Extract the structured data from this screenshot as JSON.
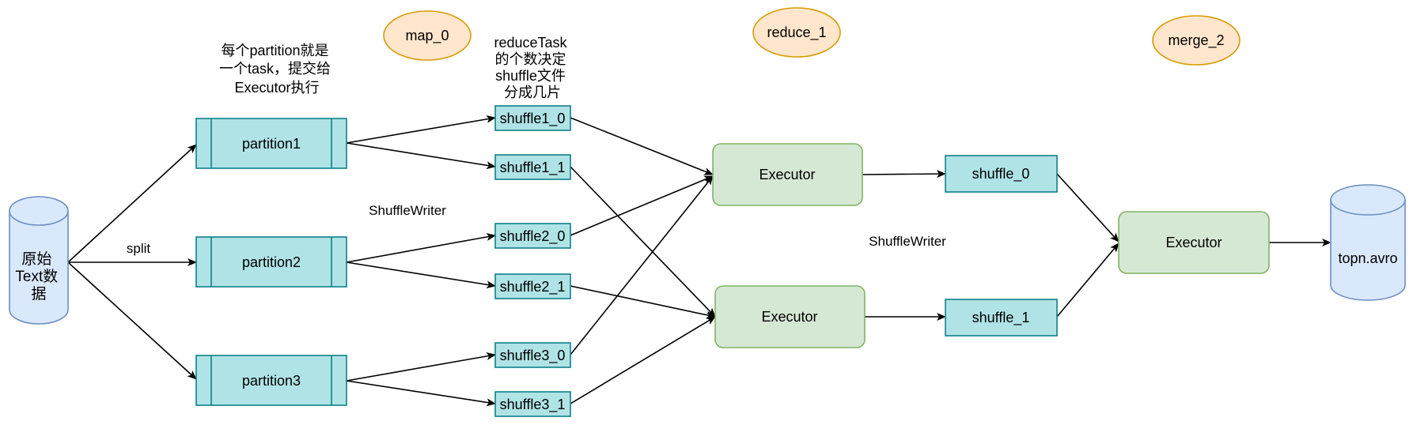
{
  "source": {
    "label_lines": [
      "原始",
      "Text数",
      "据"
    ],
    "fill": "#dae8fc",
    "stroke": "#6c8ebf"
  },
  "split_label": "split",
  "partitions": [
    {
      "label": "partition1"
    },
    {
      "label": "partition2"
    },
    {
      "label": "partition3"
    }
  ],
  "partition_note_lines": [
    "每个partition就是",
    "一个task，提交给",
    "Executor执行"
  ],
  "stage_labels": [
    "map_0",
    "reduce_1",
    "merge_2"
  ],
  "reduce_note_lines": [
    "reduceTask",
    "的个数决定",
    "shuffle文件",
    "分成几片"
  ],
  "shuffle_files": [
    {
      "label": "shuffle1_0"
    },
    {
      "label": "shuffle1_1"
    },
    {
      "label": "shuffle2_0"
    },
    {
      "label": "shuffle2_1"
    },
    {
      "label": "shuffle3_0"
    },
    {
      "label": "shuffle3_1"
    }
  ],
  "shuffle_writer_labels": [
    "ShuffleWriter",
    "ShuffleWriter"
  ],
  "reduce_executors": [
    {
      "label": "Executor"
    },
    {
      "label": "Executor"
    }
  ],
  "reduce_outputs": [
    {
      "label": "shuffle_0"
    },
    {
      "label": "shuffle_1"
    }
  ],
  "merge_executor": {
    "label": "Executor"
  },
  "output": {
    "label": "topn.avro"
  },
  "colors": {
    "teal_fill": "#b0e3e6",
    "teal_stroke": "#0e8088",
    "green_fill": "#d5e8d4",
    "green_stroke": "#82b366",
    "orange_fill": "#ffe6cc",
    "orange_stroke": "#d79b00",
    "blue_fill": "#dae8fc",
    "blue_stroke": "#6c8ebf",
    "edge": "#000000"
  }
}
